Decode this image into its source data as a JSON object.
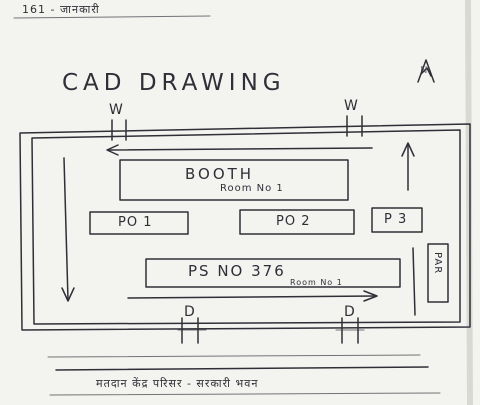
{
  "sheet": {
    "top_note": "161 - जानकारी",
    "title": "CAD DRAWING",
    "north_mark": "N",
    "bottom_note": "मतदान केंद्र परिसर - सरकारी भवन"
  },
  "plan": {
    "window_labels": [
      "W",
      "W"
    ],
    "door_labels": [
      "D",
      "D"
    ],
    "booth": {
      "line1": "BOOTH",
      "line2": "Room No 1"
    },
    "polling_officers": [
      "PO 1",
      "PO 2",
      "P 3"
    ],
    "side_box": "PAR",
    "presiding": {
      "line1": "PS NO 376",
      "line2": "Room No 1"
    }
  },
  "colors": {
    "paper": "#f3f3f0",
    "pencil": "#2f2f37"
  }
}
